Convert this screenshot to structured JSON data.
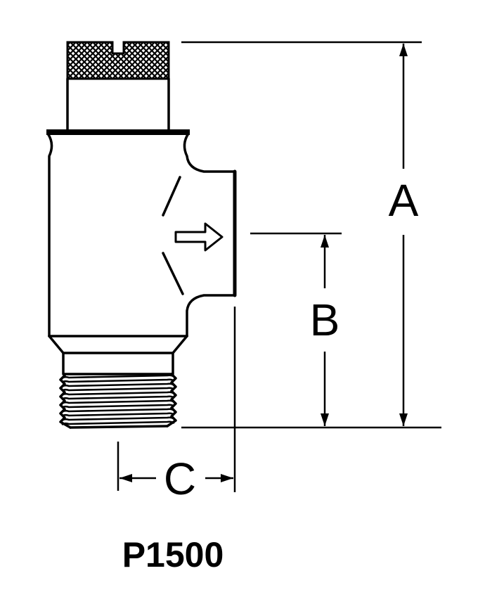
{
  "dimensions": {
    "a": "A",
    "b": "B",
    "c": "C"
  },
  "model": "P1500",
  "colors": {
    "ink": "#000000",
    "background": "#ffffff"
  }
}
